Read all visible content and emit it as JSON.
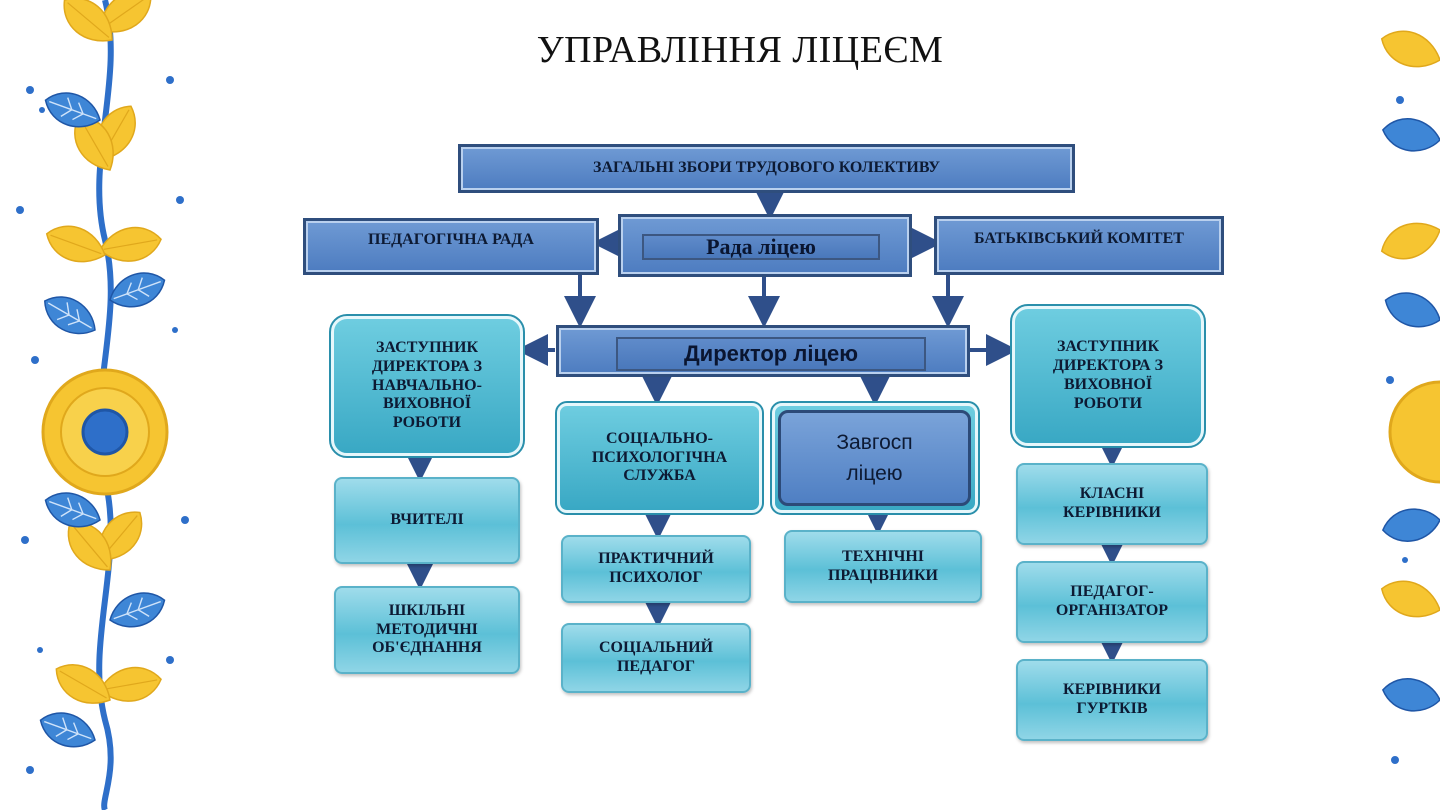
{
  "title": "УПРАВЛІННЯ ЛІЦЕЄМ",
  "nodes": {
    "general_meeting": "ЗАГАЛЬНІ ЗБОРИ ТРУДОВОГО КОЛЕКТИВУ",
    "pedagogical_council": "ПЕДАГОГІЧНА РАДА",
    "lyceum_council": "Рада ліцею",
    "parents_committee": "БАТЬКІВСЬКИЙ КОМІТЕТ",
    "director": "Директор ліцею",
    "deputy_education": "ЗАСТУПНИК ДИРЕКТОРА З НАВЧАЛЬНО-ВИХОВНОЇ РОБОТИ",
    "deputy_upbringing": "ЗАСТУПНИК ДИРЕКТОРА З ВИХОВНОЇ РОБОТИ",
    "socio_psych_service": "СОЦІАЛЬНО-ПСИХОЛОГІЧНА СЛУЖБА",
    "facility_manager": "Завгосп ліцею",
    "teachers": "ВЧИТЕЛІ",
    "methodical_associations": "ШКІЛЬНІ МЕТОДИЧНІ ОБ'ЄДНАННЯ",
    "practical_psychologist": "ПРАКТИЧНИЙ ПСИХОЛОГ",
    "social_pedagogue": "СОЦІАЛЬНИЙ ПЕДАГОГ",
    "technical_staff": "ТЕХНІЧНІ ПРАЦІВНИКИ",
    "class_teachers": "КЛАСНІ КЕРІВНИКИ",
    "pedagogue_organizer": "ПЕДАГОГ-ОРГАНІЗАТОР",
    "club_leaders": "КЕРІВНИКИ ГУРТКІВ"
  },
  "colors": {
    "dark_box": "#5b88c8",
    "teal_box": "#45b2cc",
    "light_box": "#7fd0e3",
    "arrow": "#2f4f8a",
    "ornament_yellow": "#f6c531",
    "ornament_blue": "#2e6fc9"
  }
}
